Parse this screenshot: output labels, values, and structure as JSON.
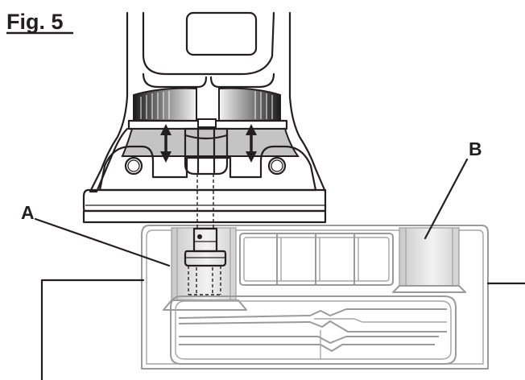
{
  "figure": {
    "label": "Fig. 5"
  },
  "callouts": {
    "a": "A",
    "b": "B"
  },
  "colors": {
    "ink": "#231f20",
    "gray_fill": "#c8c8c8",
    "gray_line": "#9a9a9a"
  }
}
